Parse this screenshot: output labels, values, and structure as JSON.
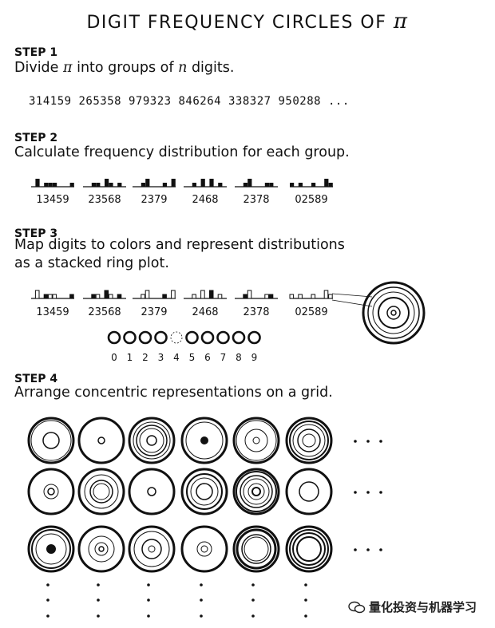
{
  "title": {
    "text": "DIGIT FREQUENCY CIRCLES OF",
    "symbol": "π"
  },
  "steps": [
    {
      "label": "STEP 1",
      "desc_pre": "Divide ",
      "desc_sym": "π",
      "desc_mid": " into groups of ",
      "desc_var": "n",
      "desc_post": " digits."
    },
    {
      "label": "STEP 2",
      "desc": "Calculate frequency distribution for each group."
    },
    {
      "label": "STEP 3",
      "desc_line1": "Map digits to colors and represent distributions",
      "desc_line2": "as a stacked ring plot."
    },
    {
      "label": "STEP 4",
      "desc": "Arrange concentric representations on a grid."
    }
  ],
  "digit_sequence": "314159 265358 979323 846264 338327 950288 ...",
  "groups": [
    {
      "digits": "13459",
      "counts": {
        "1": 2,
        "3": 1,
        "4": 1,
        "5": 1,
        "9": 1
      }
    },
    {
      "digits": "23568",
      "counts": {
        "2": 1,
        "3": 1,
        "5": 2,
        "6": 1,
        "8": 1
      }
    },
    {
      "digits": "2379",
      "counts": {
        "2": 1,
        "3": 2,
        "7": 1,
        "9": 2
      }
    },
    {
      "digits": "2468",
      "counts": {
        "2": 1,
        "4": 2,
        "6": 2,
        "8": 1
      }
    },
    {
      "digits": "2378",
      "counts": {
        "2": 1,
        "3": 2,
        "7": 1,
        "8": 1
      }
    },
    {
      "digits": "02589",
      "counts": {
        "0": 1,
        "2": 1,
        "5": 1,
        "8": 2,
        "9": 1
      }
    }
  ],
  "palette_digits": [
    "0",
    "1",
    "2",
    "3",
    "4",
    "5",
    "6",
    "7",
    "8",
    "9"
  ],
  "grid_ellipsis": "...",
  "watermark": "量化投资与机器学习"
}
